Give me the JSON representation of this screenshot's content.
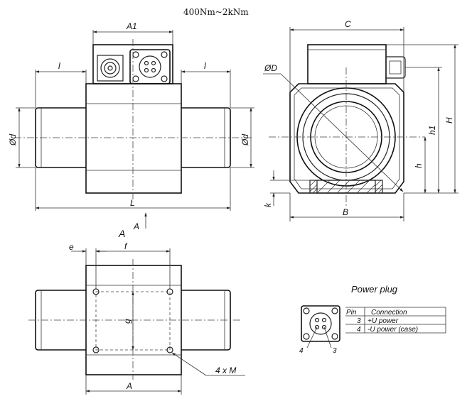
{
  "title": "400Nm~2kNm",
  "front_view": {
    "dim_A1": "A1",
    "dim_l_left": "l",
    "dim_l_right": "l",
    "dim_d_left": "Ød",
    "dim_d_right": "Ød",
    "dim_L": "L",
    "view_arrow": "A"
  },
  "side_view": {
    "dim_C": "C",
    "dim_D": "ØD",
    "dim_h1": "h1",
    "dim_H": "H",
    "dim_h": "h",
    "dim_k": "k",
    "dim_B": "B"
  },
  "bottom_view": {
    "view_label": "A",
    "dim_e": "e",
    "dim_f": "f",
    "dim_g": "g",
    "holes": "4 x M",
    "dim_A": "A"
  },
  "power_plug": {
    "title": "Power plug",
    "header": [
      "Pin",
      "Connection"
    ],
    "rows": [
      [
        "3",
        "+U power"
      ],
      [
        "4",
        "-U power (case)"
      ]
    ],
    "pin_left": "4",
    "pin_right": "3"
  }
}
